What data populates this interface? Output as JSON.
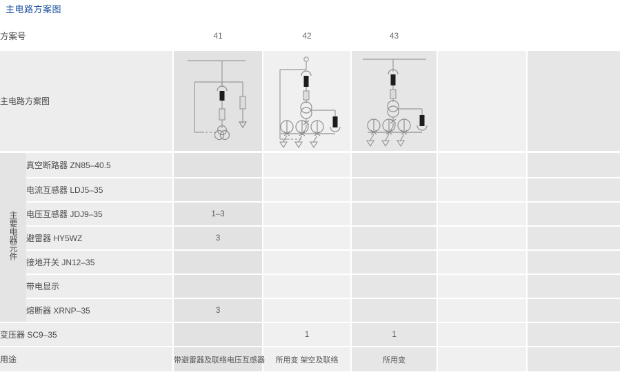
{
  "page": {
    "title": "主电路方案图",
    "title_color": "#1a4fa0",
    "rule_color": "#1a4fa0"
  },
  "table": {
    "header": {
      "label": "方案号",
      "schemes": [
        "41",
        "42",
        "43",
        "",
        ""
      ]
    },
    "diagram_row": {
      "label": "主电路方案图",
      "diagrams": [
        "scheme-41-circuit",
        "scheme-42-circuit",
        "scheme-43-circuit",
        "",
        ""
      ]
    },
    "group_label": "主要电器元件",
    "component_rows": [
      {
        "label": "真空断路器 ZN85–40.5",
        "values": [
          "",
          "",
          "",
          "",
          ""
        ]
      },
      {
        "label": "电流互感器 LDJ5–35",
        "values": [
          "",
          "",
          "",
          "",
          ""
        ]
      },
      {
        "label": "电压互感器 JDJ9–35",
        "values": [
          "1–3",
          "",
          "",
          "",
          ""
        ]
      },
      {
        "label": "避雷器 HY5WZ",
        "values": [
          "3",
          "",
          "",
          "",
          ""
        ]
      },
      {
        "label": "接地开关 JN12–35",
        "values": [
          "",
          "",
          "",
          "",
          ""
        ]
      },
      {
        "label": "带电显示",
        "values": [
          "",
          "",
          "",
          "",
          ""
        ]
      },
      {
        "label": "熔断器 XRNP–35",
        "values": [
          "3",
          "",
          "",
          "",
          ""
        ]
      }
    ],
    "transformer_row": {
      "label": "变压器 SC9–35",
      "values": [
        "",
        "1",
        "1",
        "",
        ""
      ]
    },
    "usage_row": {
      "label": "用途",
      "values": [
        "带避雷器及联络电压互感器",
        "所用变 架空及联络",
        "所用变",
        "",
        ""
      ]
    }
  }
}
